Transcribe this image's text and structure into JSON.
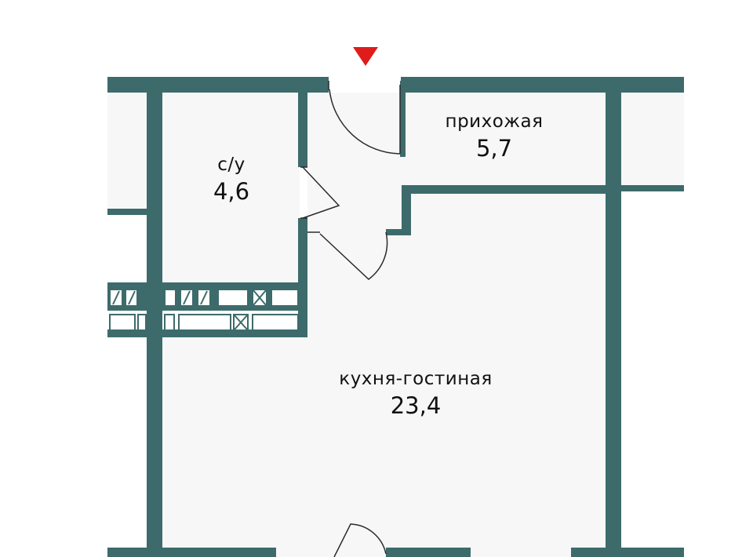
{
  "colors": {
    "wall": "#3d6b6b",
    "room_fill": "#f7f7f8",
    "entrance_marker": "#e01b1b",
    "door_line": "#2b2b2b"
  },
  "entrance": {
    "icon": "entrance-arrow-icon"
  },
  "rooms": {
    "bathroom": {
      "name": "с/у",
      "area": "4,6"
    },
    "hallway": {
      "name": "прихожая",
      "area": "5,7"
    },
    "kitchen_living": {
      "name": "кухня-гостиная",
      "area": "23,4"
    }
  }
}
